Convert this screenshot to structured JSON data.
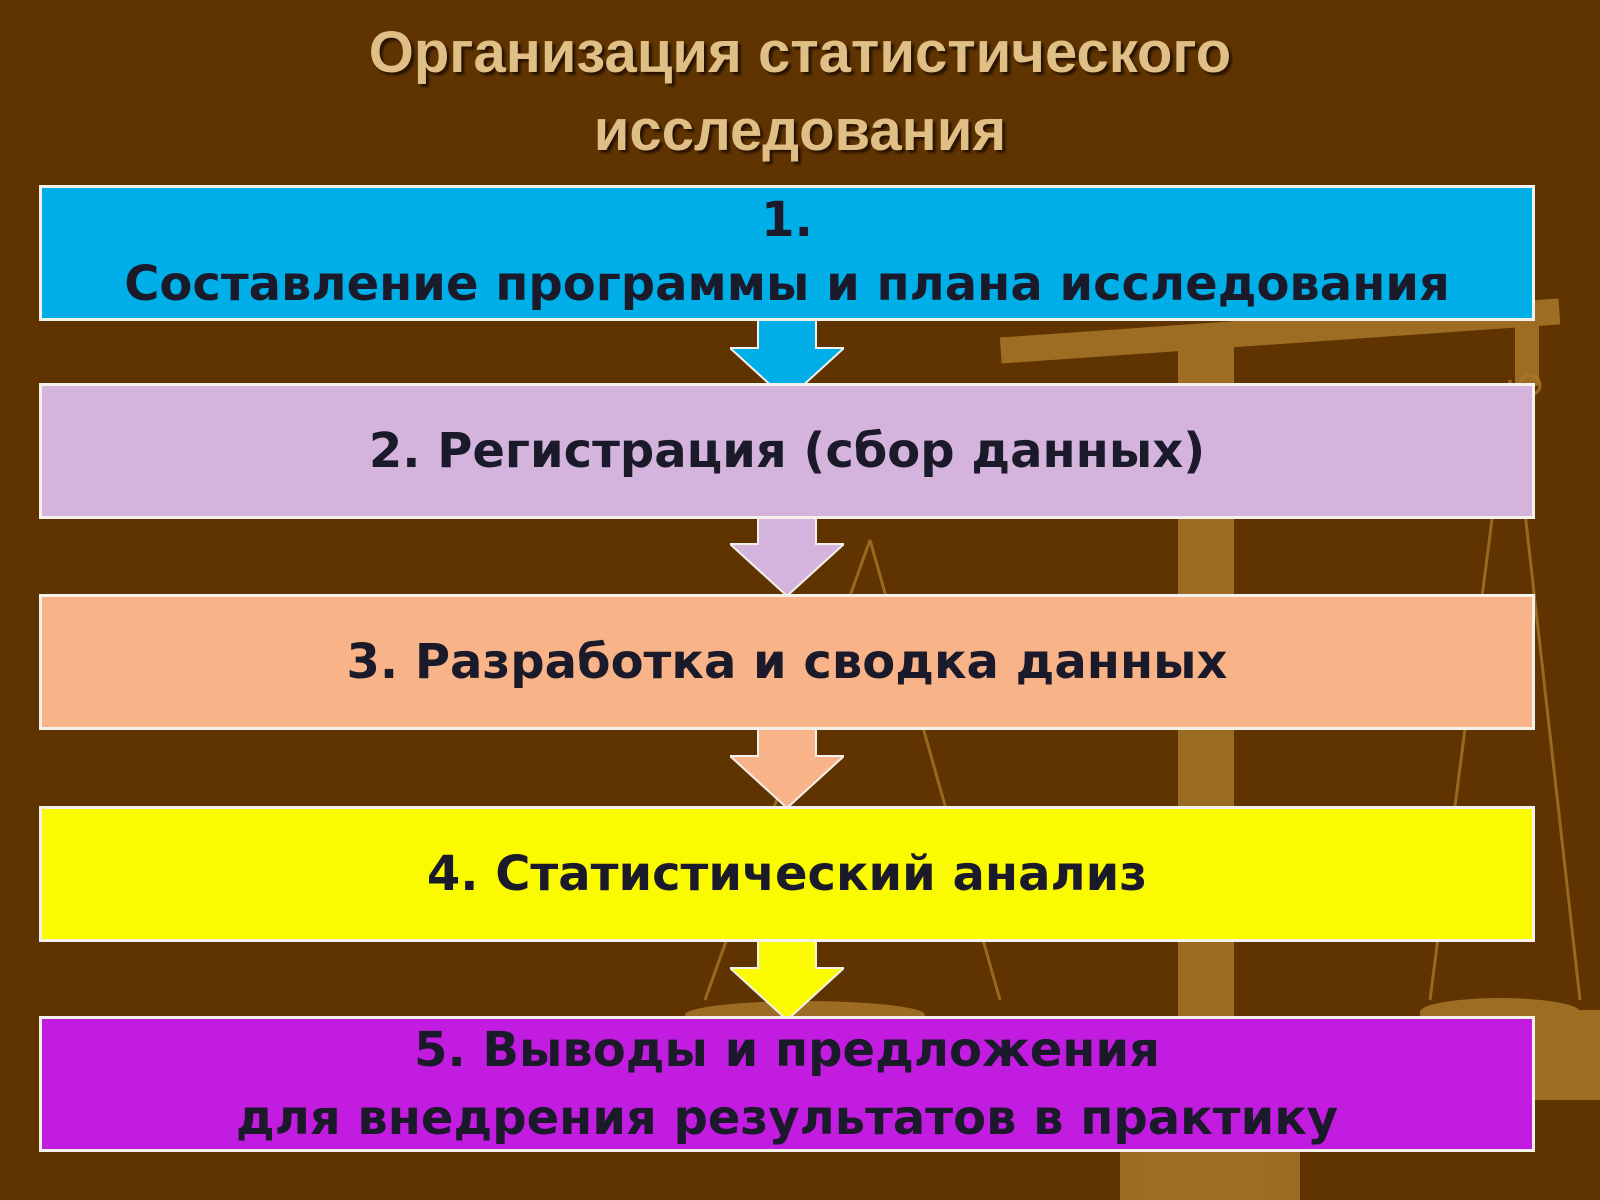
{
  "title": {
    "line1": "Организация статистического",
    "line2": "исследования"
  },
  "steps": [
    {
      "lines": [
        "1.",
        "Составление программы и плана исследования"
      ],
      "color": "#00aee8"
    },
    {
      "lines": [
        "2. Регистрация (сбор данных)"
      ],
      "color": "#d4b4dc"
    },
    {
      "lines": [
        "3. Разработка и сводка данных"
      ],
      "color": "#f8b488"
    },
    {
      "lines": [
        "4. Статистический анализ"
      ],
      "color": "#fafa00"
    },
    {
      "lines": [
        "5. Выводы и предложения",
        "для внедрения результатов в практику"
      ],
      "color": "#c21ce0"
    }
  ],
  "colors": {
    "background": "#5f3400",
    "title": "#e0bf86",
    "scales": "#a8772a",
    "box_border": "#f4f0ea"
  }
}
